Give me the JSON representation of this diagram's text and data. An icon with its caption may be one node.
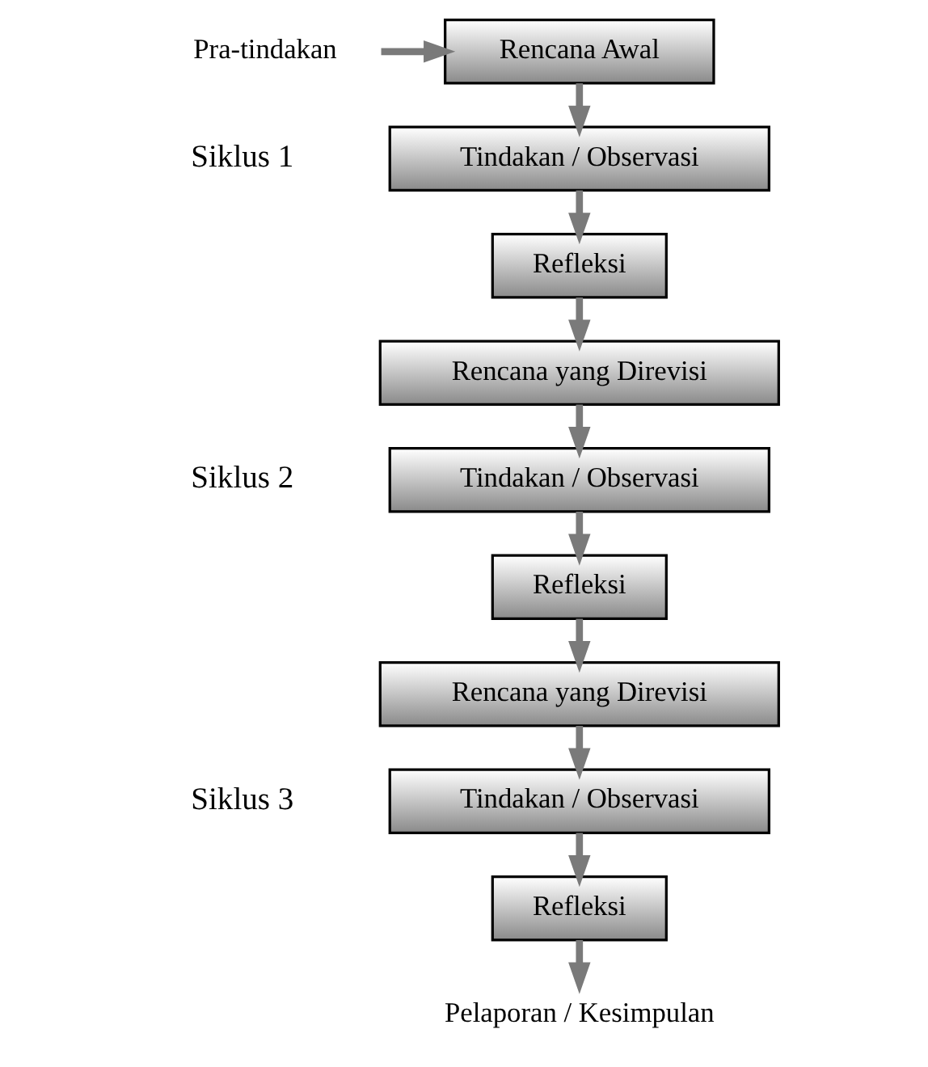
{
  "diagram": {
    "nodes": [
      {
        "text": [
          "Pra-tindakan"
        ]
      },
      {
        "text": [
          "Rencana Awal"
        ]
      },
      {
        "text": [
          "Refleksi"
        ]
      },
      {
        "text": [
          "Tindakan / Observasi"
        ]
      },
      {
        "text": [
          "Rencana yang Direvisi"
        ]
      },
      {
        "text": [
          "Refleksi"
        ]
      },
      {
        "text": [
          "Tindakan / Observasi"
        ]
      },
      {
        "text": [
          "Rencana yang Direvisi"
        ]
      },
      {
        "text": [
          "Refleksi"
        ]
      },
      {
        "text": [
          "Tindakan / Observasi"
        ]
      },
      {
        "text": [
          "Pelaporan / Kesimpulan"
        ]
      }
    ],
    "edges": [
      {
        "from": 0,
        "to": 1,
        "arrow": "to"
      },
      {
        "from": 1,
        "to": 3,
        "arrow": "to"
      },
      {
        "from": 3,
        "to": 2,
        "arrow": "to"
      },
      {
        "from": 2,
        "to": 4,
        "arrow": "to"
      },
      {
        "from": 4,
        "to": 6,
        "arrow": "to"
      },
      {
        "from": 6,
        "to": 5,
        "arrow": "to"
      },
      {
        "from": 5,
        "to": 7,
        "arrow": "to"
      },
      {
        "from": 7,
        "to": 9,
        "arrow": "to"
      },
      {
        "from": 9,
        "to": 8,
        "arrow": "to"
      },
      {
        "from": 8,
        "to": 10,
        "arrow": "to"
      }
    ],
    "labels": [
      "Siklus 1",
      "Siklus 2",
      "Siklus 3"
    ]
  }
}
